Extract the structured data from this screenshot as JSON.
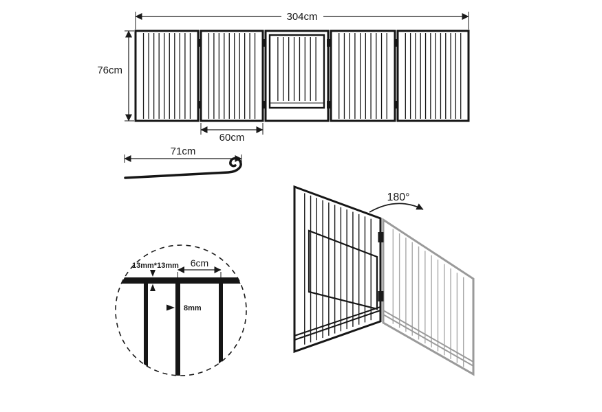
{
  "labels": {
    "total_width": "304cm",
    "panel_height": "76cm",
    "panel_width": "60cm",
    "rod_length": "71cm",
    "tube_size": "13mm*13mm",
    "bar_gap": "6cm",
    "bar_thickness": "8mm",
    "open_angle": "180°"
  },
  "colors": {
    "line": "#1a1a1a",
    "gray_panel": "#9a9a9a",
    "background": "#ffffff"
  }
}
